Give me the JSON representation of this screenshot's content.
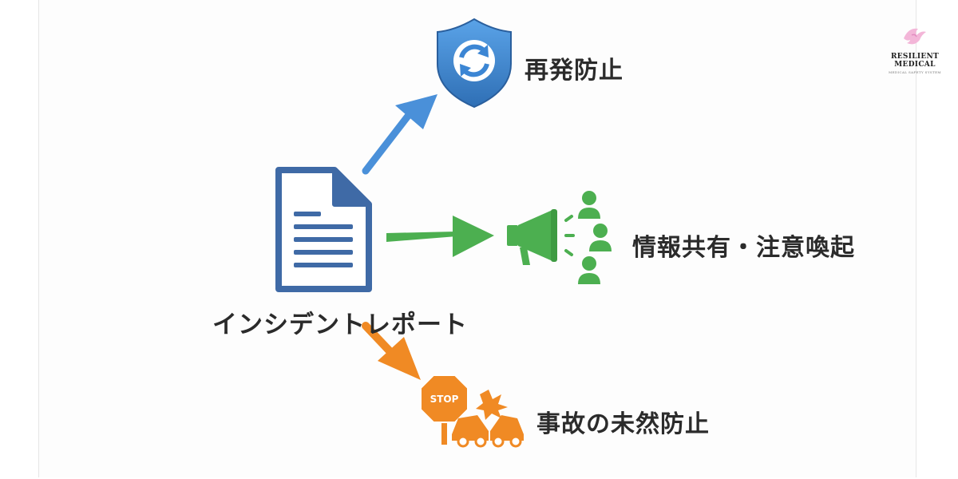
{
  "brand": {
    "name": "RESILIENT MEDICAL",
    "subtitle": "MEDICAL SAFETY SYSTEM",
    "logo_icon": "bird-logo-icon",
    "logo_color": "#f3b6d8"
  },
  "diagram": {
    "source": {
      "label": "インシデントレポート",
      "icon": "document-icon",
      "color": "#3f6aa6"
    },
    "outcomes": [
      {
        "id": "prevent",
        "label": "再発防止",
        "icon": "shield-refresh-icon",
        "color": "#4a90d9"
      },
      {
        "id": "share",
        "label": "情報共有・注意喚起",
        "icon": "megaphone-people-icon",
        "color": "#4caf50"
      },
      {
        "id": "accident",
        "label": "事故の未然防止",
        "icon": "stop-sign-car-crash-icon",
        "color": "#f08a24",
        "sign_text": "STOP"
      }
    ]
  }
}
